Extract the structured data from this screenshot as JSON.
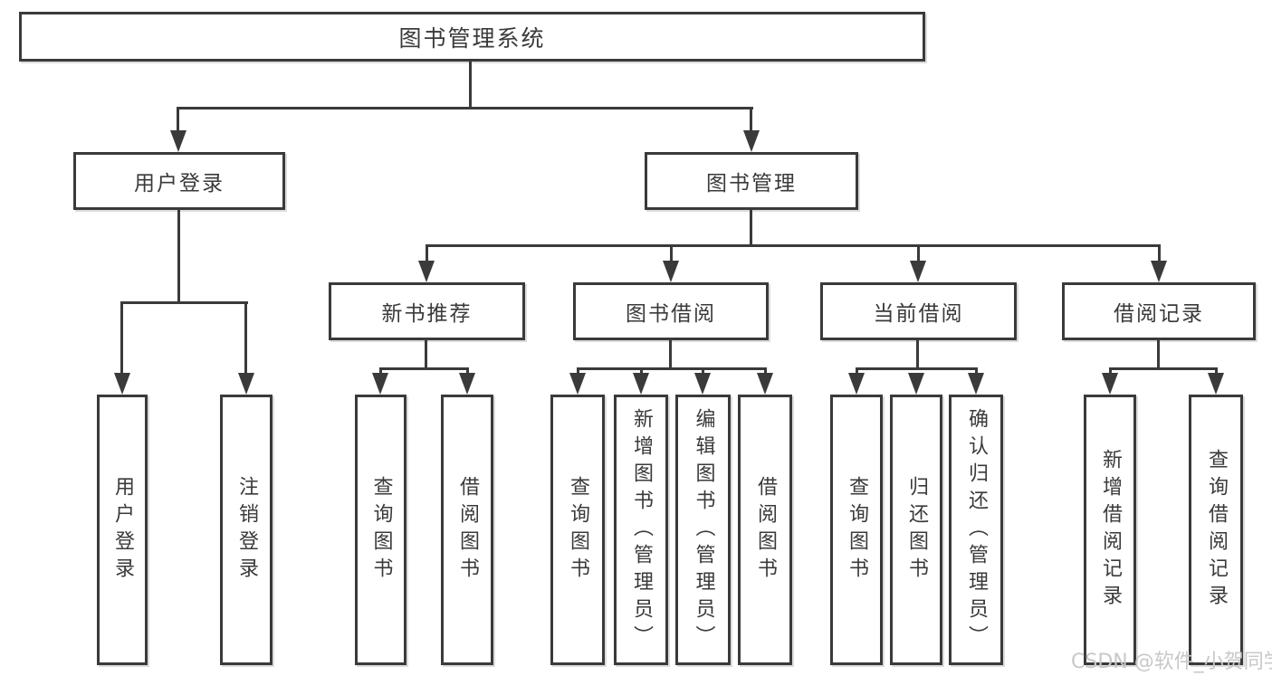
{
  "title": "图书管理系统",
  "level2": [
    {
      "label": "用户登录"
    },
    {
      "label": "图书管理"
    }
  ],
  "level3": [
    {
      "label": "新书推荐"
    },
    {
      "label": "图书借阅"
    },
    {
      "label": "当前借阅"
    },
    {
      "label": "借阅记录"
    }
  ],
  "leaves": {
    "login": [
      "用户登录",
      "注销登录"
    ],
    "recommend": [
      "查询图书",
      "借阅图书"
    ],
    "borrowing": [
      "查询图书",
      "新增图书（管理员）",
      "编辑图书（管理员）",
      "借阅图书"
    ],
    "current": [
      "查询图书",
      "归还图书",
      "确认归还（管理员）"
    ],
    "records": [
      "新增借阅记录",
      "查询借阅记录"
    ]
  },
  "watermark": "CSDN @软件_小贺同学",
  "colors": {
    "line": "#3a3a3a",
    "text": "#3a3a3a",
    "watermark": "#c8c8c8",
    "background": "#ffffff"
  }
}
